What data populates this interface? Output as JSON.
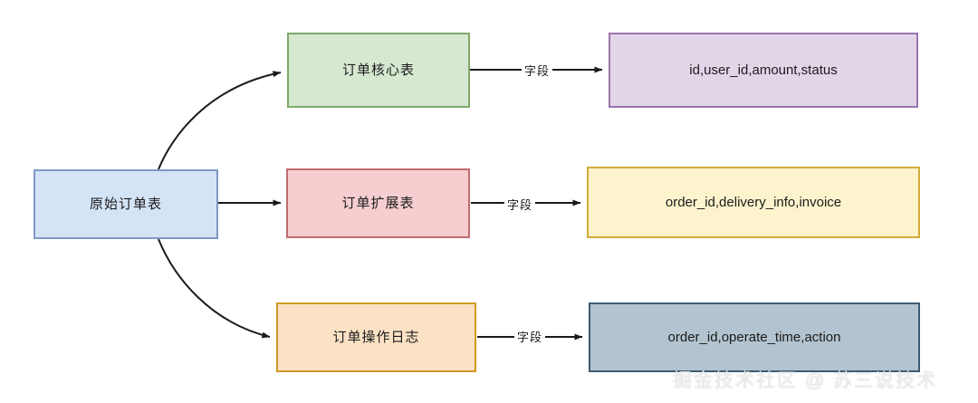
{
  "diagram": {
    "type": "flowchart",
    "title": "",
    "background": "#ffffff",
    "nodes": [
      {
        "id": "source",
        "label": "原始订单表",
        "fill": "#d5e3f7",
        "stroke": "#7f99c4",
        "text_color": "#1b1b1b"
      },
      {
        "id": "core",
        "label": "订单核心表",
        "fill": "#d6e8d0",
        "stroke": "#7fa86c",
        "text_color": "#1b1b1b"
      },
      {
        "id": "ext",
        "label": "订单扩展表",
        "fill": "#f6ced0",
        "stroke": "#c06b6f",
        "text_color": "#1b1b1b"
      },
      {
        "id": "log",
        "label": "订单操作日志",
        "fill": "#fce2c5",
        "stroke": "#cf9a24",
        "text_color": "#1b1b1b"
      },
      {
        "id": "fields-core",
        "label": "id,user_id,amount,status",
        "fill": "#e2d5e8",
        "stroke": "#9a74ad",
        "text_color": "#1b1b1b"
      },
      {
        "id": "fields-ext",
        "label": "order_id,delivery_info,invoice",
        "fill": "#fdf3cd",
        "stroke": "#d3ac38",
        "text_color": "#1b1b1b"
      },
      {
        "id": "fields-log",
        "label": "order_id,operate_time,action",
        "fill": "#b3c4d0",
        "stroke": "#3e5c72",
        "text_color": "#1b1b1b"
      }
    ],
    "edges": [
      {
        "id": "e1",
        "from": "source",
        "to": "core",
        "label": "",
        "style": "curved-arrow"
      },
      {
        "id": "e2",
        "from": "source",
        "to": "ext",
        "label": "",
        "style": "straight-arrow"
      },
      {
        "id": "e3",
        "from": "source",
        "to": "log",
        "label": "",
        "style": "curved-arrow"
      },
      {
        "id": "e4",
        "from": "core",
        "to": "fields-core",
        "label": "字段",
        "style": "straight-arrow"
      },
      {
        "id": "e5",
        "from": "ext",
        "to": "fields-ext",
        "label": "字段",
        "style": "straight-arrow"
      },
      {
        "id": "e6",
        "from": "log",
        "to": "fields-log",
        "label": "字段",
        "style": "straight-arrow"
      }
    ],
    "edge_color": "#1b1b1b"
  },
  "watermark": {
    "text": "掘金技术社区 @ 苏三说技术"
  }
}
